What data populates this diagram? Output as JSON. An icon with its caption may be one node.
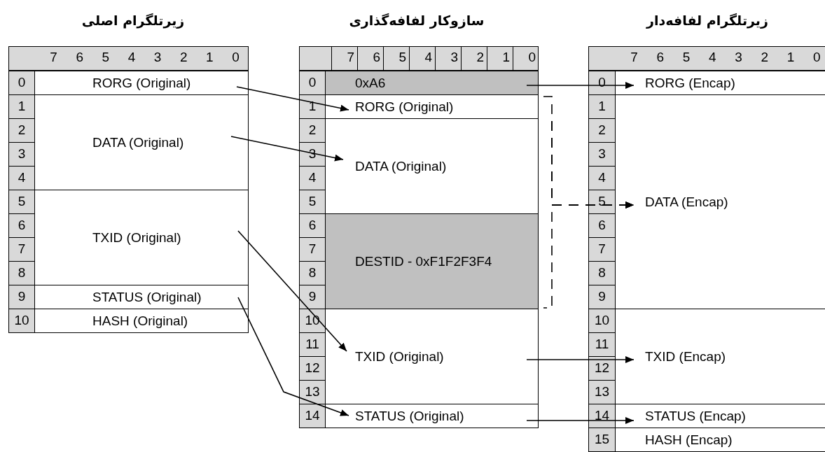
{
  "diagram": {
    "nodes": [
      {
        "text": [
          "زیرتلگرام اصلی"
        ]
      },
      {
        "text": [
          "RORG (Original)"
        ],
        "in": 0
      },
      {
        "text": [
          "DATA (Original)"
        ],
        "in": 0
      },
      {
        "text": [
          "TXID (Original)"
        ],
        "in": 0
      },
      {
        "text": [
          "STATUS (Original)"
        ],
        "in": 0
      },
      {
        "text": [
          "HASH (Original)"
        ],
        "in": 0
      },
      {
        "text": [
          "سازوکار لفافه‌گذاری"
        ]
      },
      {
        "text": [
          "0xA6"
        ],
        "in": 6
      },
      {
        "text": [
          "RORG (Original)"
        ],
        "in": 6
      },
      {
        "text": [
          "DATA (Original)"
        ],
        "in": 6
      },
      {
        "text": [
          "DESTID - 0xF1F2F3F4"
        ],
        "in": 6
      },
      {
        "text": [
          "TXID (Original)"
        ],
        "in": 6
      },
      {
        "text": [
          "STATUS (Original)"
        ],
        "in": 6
      },
      {
        "text": [
          "زیرتلگرام لفافه‌دار"
        ]
      },
      {
        "text": [
          "RORG (Encap)"
        ],
        "in": 13
      },
      {
        "text": [
          "DATA (Encap)"
        ],
        "in": 13
      },
      {
        "text": [
          "TXID (Encap)"
        ],
        "in": 13
      },
      {
        "text": [
          "STATUS (Encap)"
        ],
        "in": 13
      },
      {
        "text": [
          "HASH (Encap)"
        ],
        "in": 13
      }
    ],
    "edges": [
      {
        "from": 1,
        "to": 8,
        "arrow": "to"
      },
      {
        "from": 2,
        "to": 9,
        "arrow": "to"
      },
      {
        "from": 3,
        "to": 11,
        "arrow": "to"
      },
      {
        "from": 4,
        "to": 12,
        "arrow": "to"
      },
      {
        "from": 7,
        "to": 14,
        "arrow": "to"
      },
      {
        "from": 8,
        "to": 15,
        "arrow": "to",
        "style": "dashed"
      },
      {
        "from": 9,
        "to": 15,
        "arrow": "to",
        "style": "dashed"
      },
      {
        "from": 10,
        "to": 15,
        "arrow": "to",
        "style": "dashed"
      },
      {
        "from": 11,
        "to": 16,
        "arrow": "to"
      },
      {
        "from": 12,
        "to": 17,
        "arrow": "to"
      }
    ],
    "labels": [
      "7",
      "6",
      "5",
      "4",
      "3",
      "2",
      "1",
      "0",
      "0",
      "1",
      "2",
      "3",
      "4",
      "5",
      "6",
      "7",
      "8",
      "9",
      "10",
      "7",
      "6",
      "5",
      "4",
      "3",
      "2",
      "1",
      "0",
      "0",
      "1",
      "2",
      "3",
      "4",
      "5",
      "6",
      "7",
      "8",
      "9",
      "10",
      "11",
      "12",
      "13",
      "14",
      "7",
      "6",
      "5",
      "4",
      "3",
      "2",
      "1",
      "0",
      "0",
      "1",
      "2",
      "3",
      "4",
      "5",
      "6",
      "7",
      "8",
      "9",
      "10",
      "11",
      "12",
      "13",
      "14",
      "15"
    ]
  }
}
